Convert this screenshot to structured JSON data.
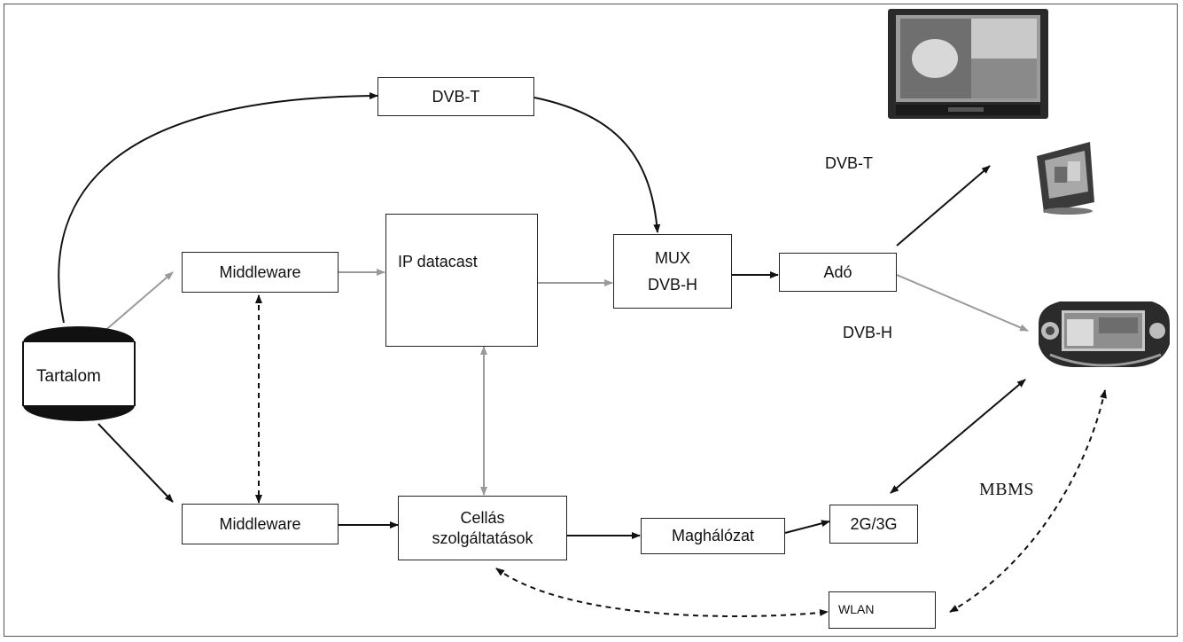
{
  "nodes": {
    "dvbt_box": "DVB-T",
    "middleware_top": "Middleware",
    "ip_datacast": "IP datacast",
    "mux_line1": "MUX",
    "mux_line2": "DVB-H",
    "ado": "Adó",
    "tartalom": "Tartalom",
    "middleware_bottom": "Middleware",
    "cellas_line1": "Cellás",
    "cellas_line2": "szolgáltatások",
    "maghalozat": "Maghálózat",
    "network_2g3g": "2G/3G",
    "wlan": "WLAN"
  },
  "labels": {
    "dvbt": "DVB-T",
    "dvbh": "DVB-H",
    "mbms": "MBMS"
  },
  "devices": {
    "tv": "television-icon",
    "tablet": "handheld-tv-icon",
    "phone": "mobile-tv-device-icon"
  },
  "colors": {
    "line_black": "#111111",
    "line_gray": "#9a9a9a",
    "box_border": "#222222"
  }
}
